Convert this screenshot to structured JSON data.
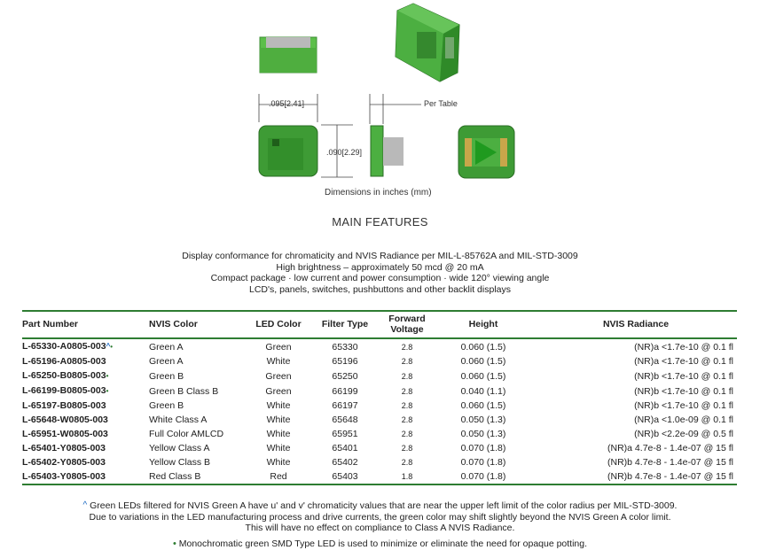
{
  "diagram": {
    "width_dim": ".095[2.41]",
    "height_dim": ".090[2.29]",
    "per_table": "Per Table",
    "caption": "Dimensions in inches (mm)"
  },
  "heading": "MAIN FEATURES",
  "features": [
    "Display conformance for chromaticity and NVIS Radiance per MIL-L-85762A and MIL-STD-3009",
    "High brightness – approximately 50 mcd @ 20 mA",
    "Compact package · low current and power consumption · wide 120° viewing angle",
    "LCD's, panels, switches, pushbuttons and other backlit displays"
  ],
  "table": {
    "headers": {
      "part_number": "Part Number",
      "nvis_color": "NVIS Color",
      "led_color": "LED Color",
      "filter_type": "Filter Type",
      "forward_voltage_1": "Forward",
      "forward_voltage_2": "Voltage",
      "height": "Height",
      "nvis_radiance": "NVIS Radiance"
    },
    "rows": [
      {
        "part": "L-65330-A0805-003",
        "mark1": "^",
        "mark2": "•",
        "nvis": "Green A",
        "led": "Green",
        "filter": "65330",
        "fv": "2.8",
        "height": "0.060 (1.5)",
        "rad": "(NR)a <1.7e-10 @ 0.1 fl"
      },
      {
        "part": "L-65196-A0805-003",
        "mark1": "",
        "mark2": "",
        "nvis": "Green A",
        "led": "White",
        "filter": "65196",
        "fv": "2.8",
        "height": "0.060 (1.5)",
        "rad": "(NR)a <1.7e-10 @ 0.1 fl"
      },
      {
        "part": "L-65250-B0805-003",
        "mark1": "",
        "mark2": "•",
        "nvis": "Green B",
        "led": "Green",
        "filter": "65250",
        "fv": "2.8",
        "height": "0.060 (1.5)",
        "rad": "(NR)b <1.7e-10 @ 0.1 fl"
      },
      {
        "part": "L-66199-B0805-003",
        "mark1": "",
        "mark2": "•",
        "nvis": "Green B Class B",
        "led": "Green",
        "filter": "66199",
        "fv": "2.8",
        "height": "0.040 (1.1)",
        "rad": "(NR)b <1.7e-10 @ 0.1 fl"
      },
      {
        "part": "L-65197-B0805-003",
        "mark1": "",
        "mark2": "",
        "nvis": "Green B",
        "led": "White",
        "filter": "66197",
        "fv": "2.8",
        "height": "0.060 (1.5)",
        "rad": "(NR)b <1.7e-10 @ 0.1 fl"
      },
      {
        "part": "L-65648-W0805-003",
        "mark1": "",
        "mark2": "",
        "nvis": "White Class A",
        "led": "White",
        "filter": "65648",
        "fv": "2.8",
        "height": "0.050 (1.3)",
        "rad": "(NR)a <1.0e-09 @ 0.1 fl"
      },
      {
        "part": "L-65951-W0805-003",
        "mark1": "",
        "mark2": "",
        "nvis": "Full Color AMLCD",
        "led": "White",
        "filter": "65951",
        "fv": "2.8",
        "height": "0.050 (1.3)",
        "rad": "(NR)b <2.2e-09 @ 0.5 fl"
      },
      {
        "part": "L-65401-Y0805-003",
        "mark1": "",
        "mark2": "",
        "nvis": "Yellow Class A",
        "led": "White",
        "filter": "65401",
        "fv": "2.8",
        "height": "0.070 (1.8)",
        "rad": "(NR)a 4.7e-8 - 1.4e-07 @ 15 fl"
      },
      {
        "part": "L-65402-Y0805-003",
        "mark1": "",
        "mark2": "",
        "nvis": "Yellow Class B",
        "led": "White",
        "filter": "65402",
        "fv": "2.8",
        "height": "0.070 (1.8)",
        "rad": "(NR)b 4.7e-8 - 1.4e-07 @ 15 fl"
      },
      {
        "part": "L-65403-Y0805-003",
        "mark1": "",
        "mark2": "",
        "nvis": "Red Class B",
        "led": "Red",
        "filter": "65403",
        "fv": "1.8",
        "height": "0.070 (1.8)",
        "rad": "(NR)b 4.7e-8 - 1.4e-07 @ 15 fl"
      }
    ]
  },
  "notes": {
    "mark1": "^",
    "line1": "Green LEDs filtered for NVIS Green A have u' and v' chromaticity values that are near the upper left limit of the color radius per MIL-STD-3009.",
    "line2": "Due to variations in the LED manufacturing process and drive currents, the green color may shift slightly beyond the NVIS Green A color limit.",
    "line3": "This will have no effect on compliance to Class A NVIS Radiance.",
    "mark2": "•",
    "line4": "Monochromatic green SMD Type LED is used to minimize or eliminate the need for opaque potting."
  },
  "colors": {
    "green_light": "#4caf50",
    "green_dark": "#2e7d32",
    "accent_blue": "#1565c0"
  }
}
